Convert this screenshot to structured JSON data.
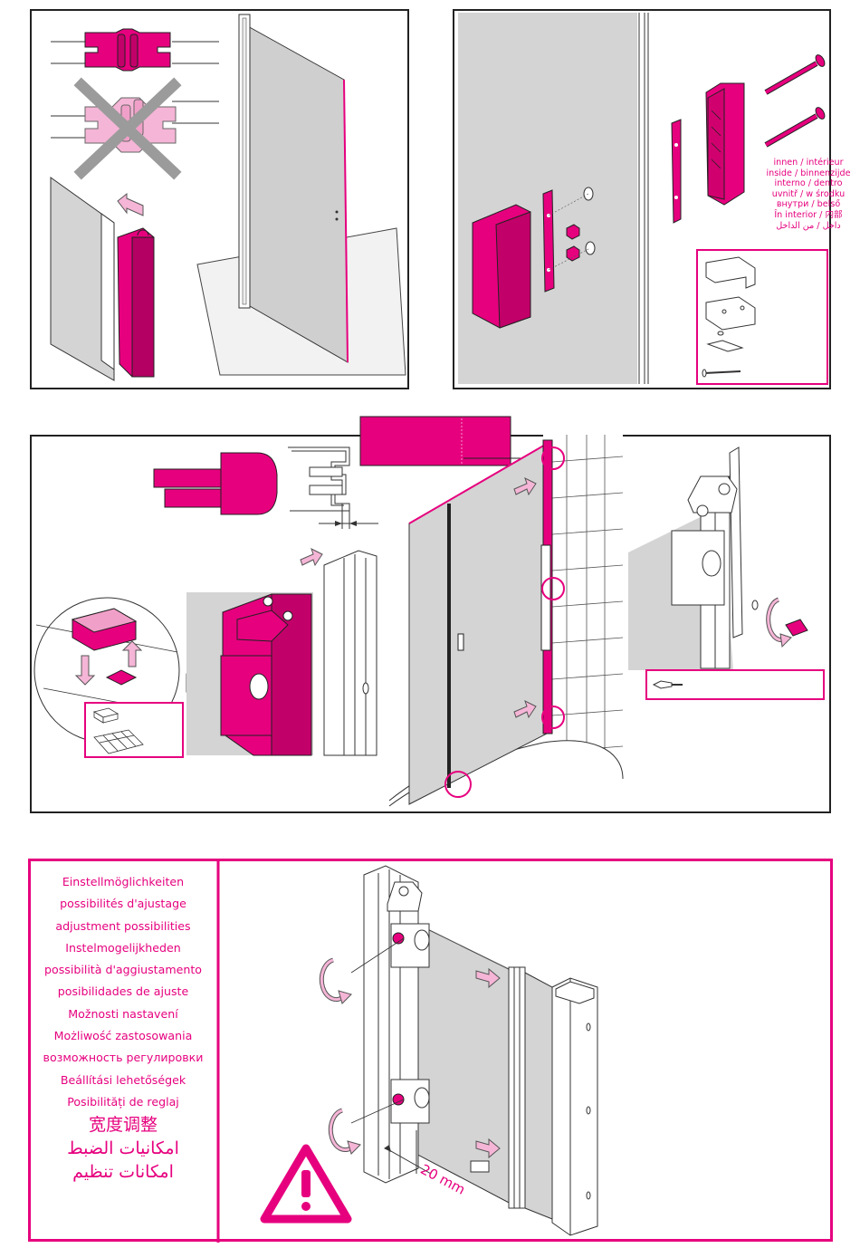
{
  "colors": {
    "accent": "#e6007e",
    "accent_light": "#f5a8d0",
    "glass": "#d4d4d4",
    "line": "#222222",
    "grey_cross": "#9b9b9b"
  },
  "panel_tr": {
    "inside_labels": [
      "innen / intérieur",
      "inside / binnenzijde",
      "interno / dentro",
      "uvnitř / w środku",
      "внутри / belső",
      "În interior / 内部",
      "داخل / من الداخل"
    ]
  },
  "panel_bottom": {
    "adjust_labels": [
      "Einstellmöglichkeiten",
      "possibilités d'ajustage",
      "adjustment possibilities",
      "Instelmogelijkheden",
      "possibilità d'aggiustamento",
      "posibilidades de ajuste",
      "Možnosti nastavení",
      "Możliwość zastosowania",
      "возможность регулировки",
      "Beállítási lehetőségek",
      "Posibilități de reglaj",
      "宽度调整",
      "امكانيات الضبط",
      "امكانات تنظيم"
    ],
    "dimension": "20 mm"
  },
  "icons": {
    "warning": "warning-triangle-icon",
    "prohibited": "cross-out-icon",
    "arrow": "push-arrow-icon",
    "rotate": "rotate-arrow-icon"
  }
}
